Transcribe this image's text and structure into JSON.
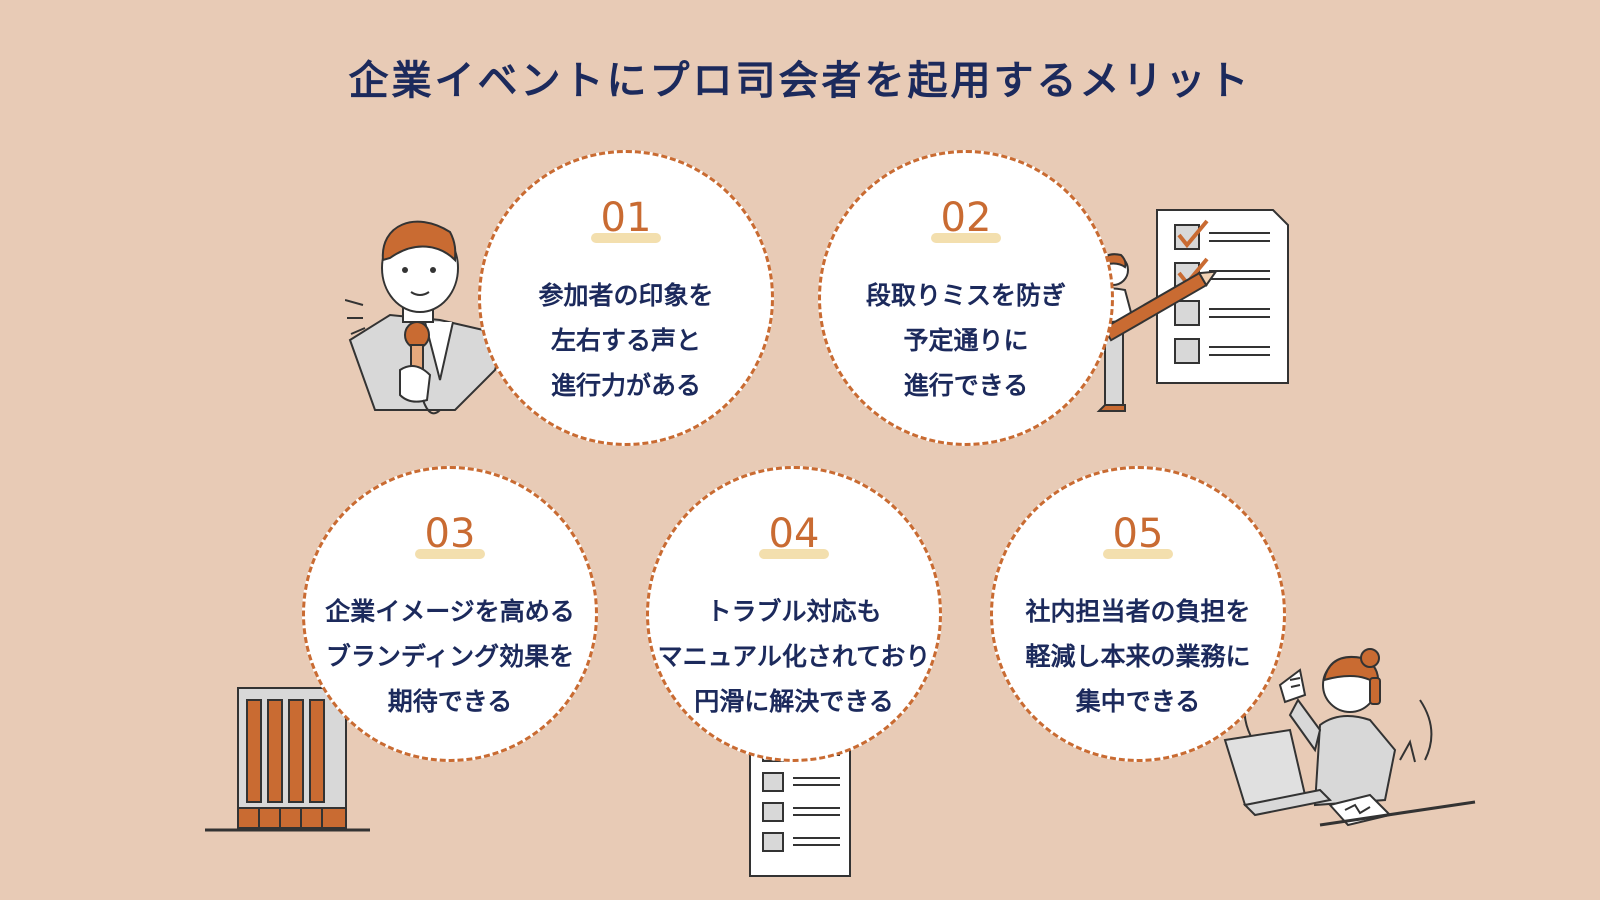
{
  "title": "企業イベントにプロ司会者を起用するメリット",
  "colors": {
    "background": "#e8cbb6",
    "accent": "#c96b32",
    "navy": "#1c2a5c",
    "circle": "#ffffff"
  },
  "merits": [
    {
      "number": "01",
      "lines": [
        "参加者の印象を",
        "左右する声と",
        "進行力がある"
      ]
    },
    {
      "number": "02",
      "lines": [
        "段取りミスを防ぎ",
        "予定通りに",
        "進行できる"
      ]
    },
    {
      "number": "03",
      "lines": [
        "企業イメージを高める",
        "ブランディング効果を",
        "期待できる"
      ]
    },
    {
      "number": "04",
      "lines": [
        "トラブル対応も",
        "マニュアル化されており",
        "円滑に解決できる"
      ]
    },
    {
      "number": "05",
      "lines": [
        "社内担当者の負担を",
        "軽減し本来の業務に",
        "集中できる"
      ]
    }
  ],
  "illustrations": [
    "announcer-with-microphone",
    "person-with-giant-pencil-checklist",
    "building",
    "checklist-document",
    "office-worker-on-phone-at-laptop"
  ]
}
